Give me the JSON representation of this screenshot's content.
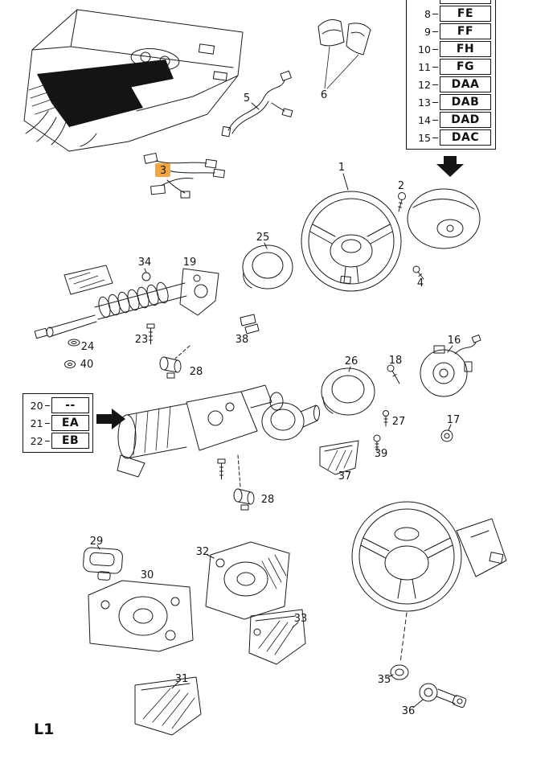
{
  "page": {
    "drawing_ref": "L1"
  },
  "colors": {
    "line": "#1b1b1b",
    "highlight_fill": "#f7a63c",
    "highlight_text": "#8a4a00"
  },
  "top_table": {
    "rows": [
      {
        "num": "8",
        "code": "FE"
      },
      {
        "num": "9",
        "code": "FF"
      },
      {
        "num": "10",
        "code": "FH"
      },
      {
        "num": "11",
        "code": "FG"
      },
      {
        "num": "12",
        "code": "DAA"
      },
      {
        "num": "13",
        "code": "DAB"
      },
      {
        "num": "14",
        "code": "DAD"
      },
      {
        "num": "15",
        "code": "DAC"
      }
    ]
  },
  "left_table": {
    "rows": [
      {
        "num": "20",
        "code": "--"
      },
      {
        "num": "21",
        "code": "EA"
      },
      {
        "num": "22",
        "code": "EB"
      }
    ]
  },
  "part_labels": {
    "1": "1",
    "2": "2",
    "3": "3",
    "4": "4",
    "5": "5",
    "6": "6",
    "16": "16",
    "17": "17",
    "18": "18",
    "19": "19",
    "23": "23",
    "24": "24",
    "25": "25",
    "26": "26",
    "27": "27",
    "28a": "28",
    "28b": "28",
    "29": "29",
    "30": "30",
    "31": "31",
    "32": "32",
    "33": "33",
    "34": "34",
    "35": "35",
    "36": "36",
    "37": "37",
    "38": "38",
    "39": "39",
    "40": "40"
  }
}
